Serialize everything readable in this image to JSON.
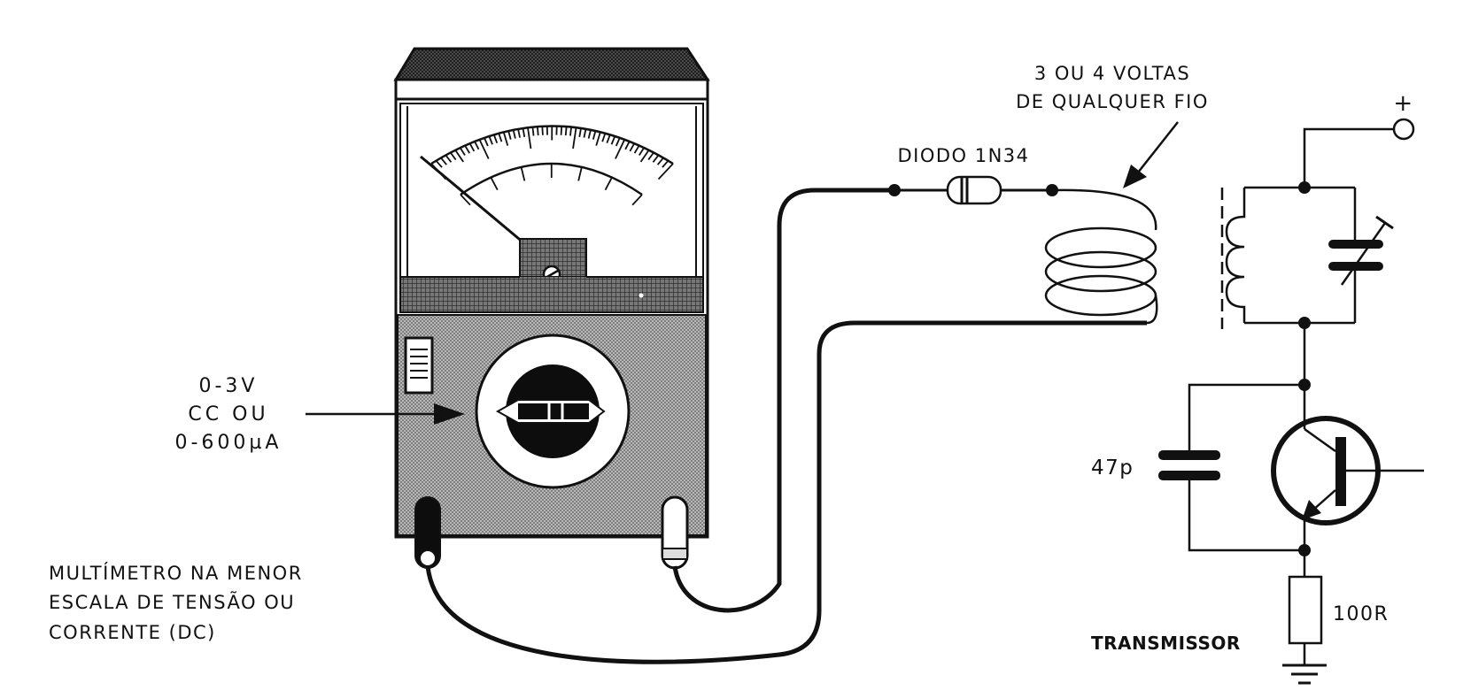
{
  "labels": {
    "coil_note_line1": "3 OU 4 VOLTAS",
    "coil_note_line2": "DE QUALQUER FIO",
    "diode": "DIODO 1N34",
    "supply_plus": "+",
    "range_line1": "0-3V",
    "range_line2": "CC OU",
    "range_line3": "0-600µA",
    "multimeter_line1": "MULTÍMETRO NA MENOR",
    "multimeter_line2": "ESCALA DE TENSÃO OU",
    "multimeter_line3": "CORRENTE (DC)",
    "capacitor": "47p",
    "resistor": "100R",
    "transmitter": "TRANSMISSOR"
  },
  "colors": {
    "ink": "#111111",
    "paper": "#ffffff",
    "panel_gray": "#9a9a9a",
    "dial_black": "#0d0d0d"
  }
}
